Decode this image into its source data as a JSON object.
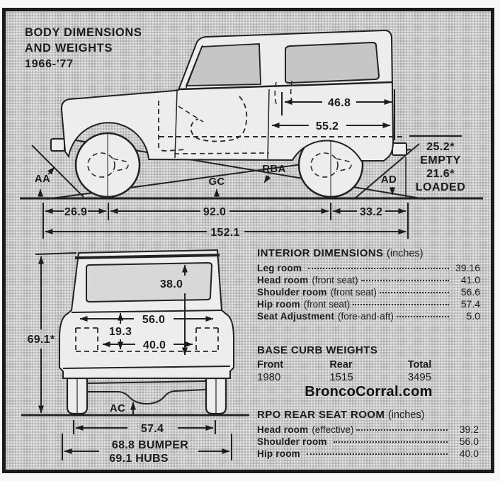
{
  "title": {
    "line1": "BODY DIMENSIONS",
    "line2": "AND WEIGHTS",
    "line3": "1966-'77"
  },
  "side_view": {
    "cargo_length_upper": "46.8",
    "cargo_length_lower": "55.2",
    "angle_empty": "25.2*",
    "angle_empty_word": "EMPTY",
    "angle_loaded": "21.6*",
    "angle_loaded_word": "LOADED",
    "front_overhang": "26.9",
    "wheelbase": "92.0",
    "rear_overhang": "33.2",
    "overall_length": "152.1",
    "label_aa": "AA",
    "label_gc": "GC",
    "label_rba": "RBA",
    "label_ad": "AD"
  },
  "rear_view": {
    "overall_height": "69.1*",
    "opening_height": "38.0",
    "body_width": "56.0",
    "floor_height": "19.3",
    "floor_width": "40.0",
    "label_ac": "AC",
    "track_width": "57.4",
    "bumper_width": "68.8 BUMPER",
    "hub_width": "69.1 HUBS"
  },
  "interior_dimensions": {
    "heading": "INTERIOR DIMENSIONS",
    "unit": "(inches)",
    "rows": [
      {
        "label": "Leg room",
        "note": "",
        "value": "39.16"
      },
      {
        "label": "Head room",
        "note": "(front seat)",
        "value": "41.0"
      },
      {
        "label": "Shoulder room",
        "note": "(front seat)",
        "value": "56.6"
      },
      {
        "label": "Hip room",
        "note": "(front seat)",
        "value": "57.4"
      },
      {
        "label": "Seat Adjustment",
        "note": "(fore-and-aft)",
        "value": "5.0"
      }
    ]
  },
  "base_curb_weights": {
    "heading": "BASE CURB WEIGHTS",
    "columns": [
      {
        "label": "Front",
        "value": "1980"
      },
      {
        "label": "Rear",
        "value": "1515"
      },
      {
        "label": "Total",
        "value": "3495"
      }
    ]
  },
  "watermark": "BroncoCorral.com",
  "rpo_rear_seat_room": {
    "heading": "RPO REAR SEAT ROOM",
    "unit": "(inches)",
    "rows": [
      {
        "label": "Head room",
        "note": "(effective)",
        "value": "39.2"
      },
      {
        "label": "Shoulder room",
        "note": "",
        "value": "56.0"
      },
      {
        "label": "Hip room",
        "note": "",
        "value": "40.0"
      }
    ]
  },
  "colors": {
    "ink": "#1c1c1c",
    "paper": "#cbcbcb",
    "body_fill": "#ededed"
  }
}
